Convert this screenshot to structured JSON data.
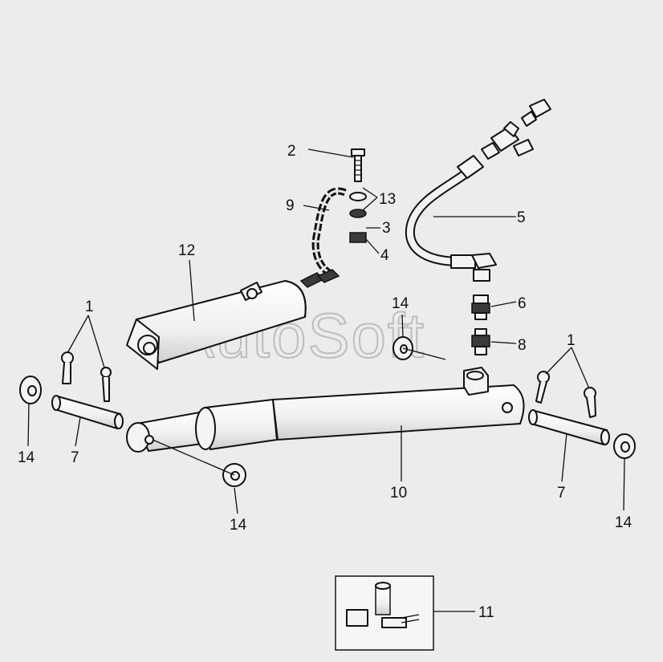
{
  "watermark": "AutoSoft",
  "callouts": {
    "c1a": "1",
    "c1b": "1",
    "c2": "2",
    "c3": "3",
    "c4": "4",
    "c5": "5",
    "c6": "6",
    "c7a": "7",
    "c7b": "7",
    "c8": "8",
    "c9": "9",
    "c10": "10",
    "c11": "11",
    "c12": "12",
    "c13": "13",
    "c14a": "14",
    "c14b": "14",
    "c14c": "14",
    "c14d": "14"
  }
}
